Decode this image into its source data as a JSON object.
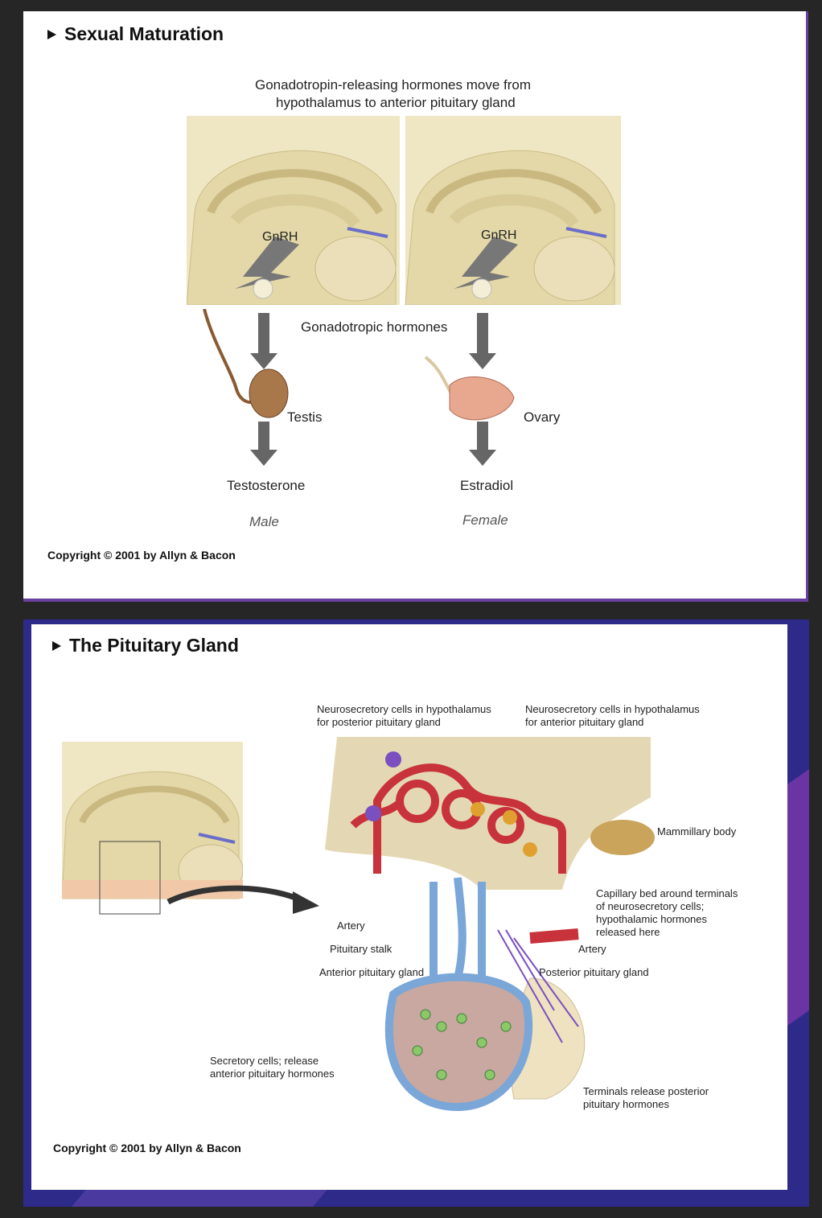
{
  "slide1": {
    "title": "Sexual Maturation",
    "caption_line1": "Gonadotropin-releasing hormones move from",
    "caption_line2": "hypothalamus to anterior pituitary gland",
    "gnrh_left": "GnRH",
    "gnrh_right": "GnRH",
    "gonadotropic": "Gonadotropic hormones",
    "testis": "Testis",
    "ovary": "Ovary",
    "testosterone": "Testosterone",
    "estradiol": "Estradiol",
    "male": "Male",
    "female": "Female",
    "copyright": "Copyright © 2001 by Allyn & Bacon"
  },
  "slide2": {
    "title": "The Pituitary Gland",
    "label_neuro_post_1": "Neurosecretory cells in hypothalamus",
    "label_neuro_post_2": "for posterior pituitary gland",
    "label_neuro_ant_1": "Neurosecretory cells in hypothalamus",
    "label_neuro_ant_2": "for anterior pituitary gland",
    "mammillary": "Mammillary body",
    "capillary_1": "Capillary bed around terminals",
    "capillary_2": "of neurosecretory cells;",
    "capillary_3": "hypothalamic hormones",
    "capillary_4": "released here",
    "artery_left": "Artery",
    "artery_right": "Artery",
    "stalk": "Pituitary stalk",
    "anterior": "Anterior pituitary gland",
    "posterior": "Posterior pituitary gland",
    "secretory_1": "Secretory cells; release",
    "secretory_2": "anterior pituitary hormones",
    "terminals_1": "Terminals release posterior",
    "terminals_2": "pituitary hormones",
    "copyright": "Copyright © 2001 by Allyn & Bacon"
  },
  "colors": {
    "artery_red": "#c8323a",
    "vein_blue": "#7aa6d8",
    "cells_green": "#8cc86a",
    "brain_tan": "#e9dfb8",
    "accent_purple": "#6a3fa0"
  }
}
